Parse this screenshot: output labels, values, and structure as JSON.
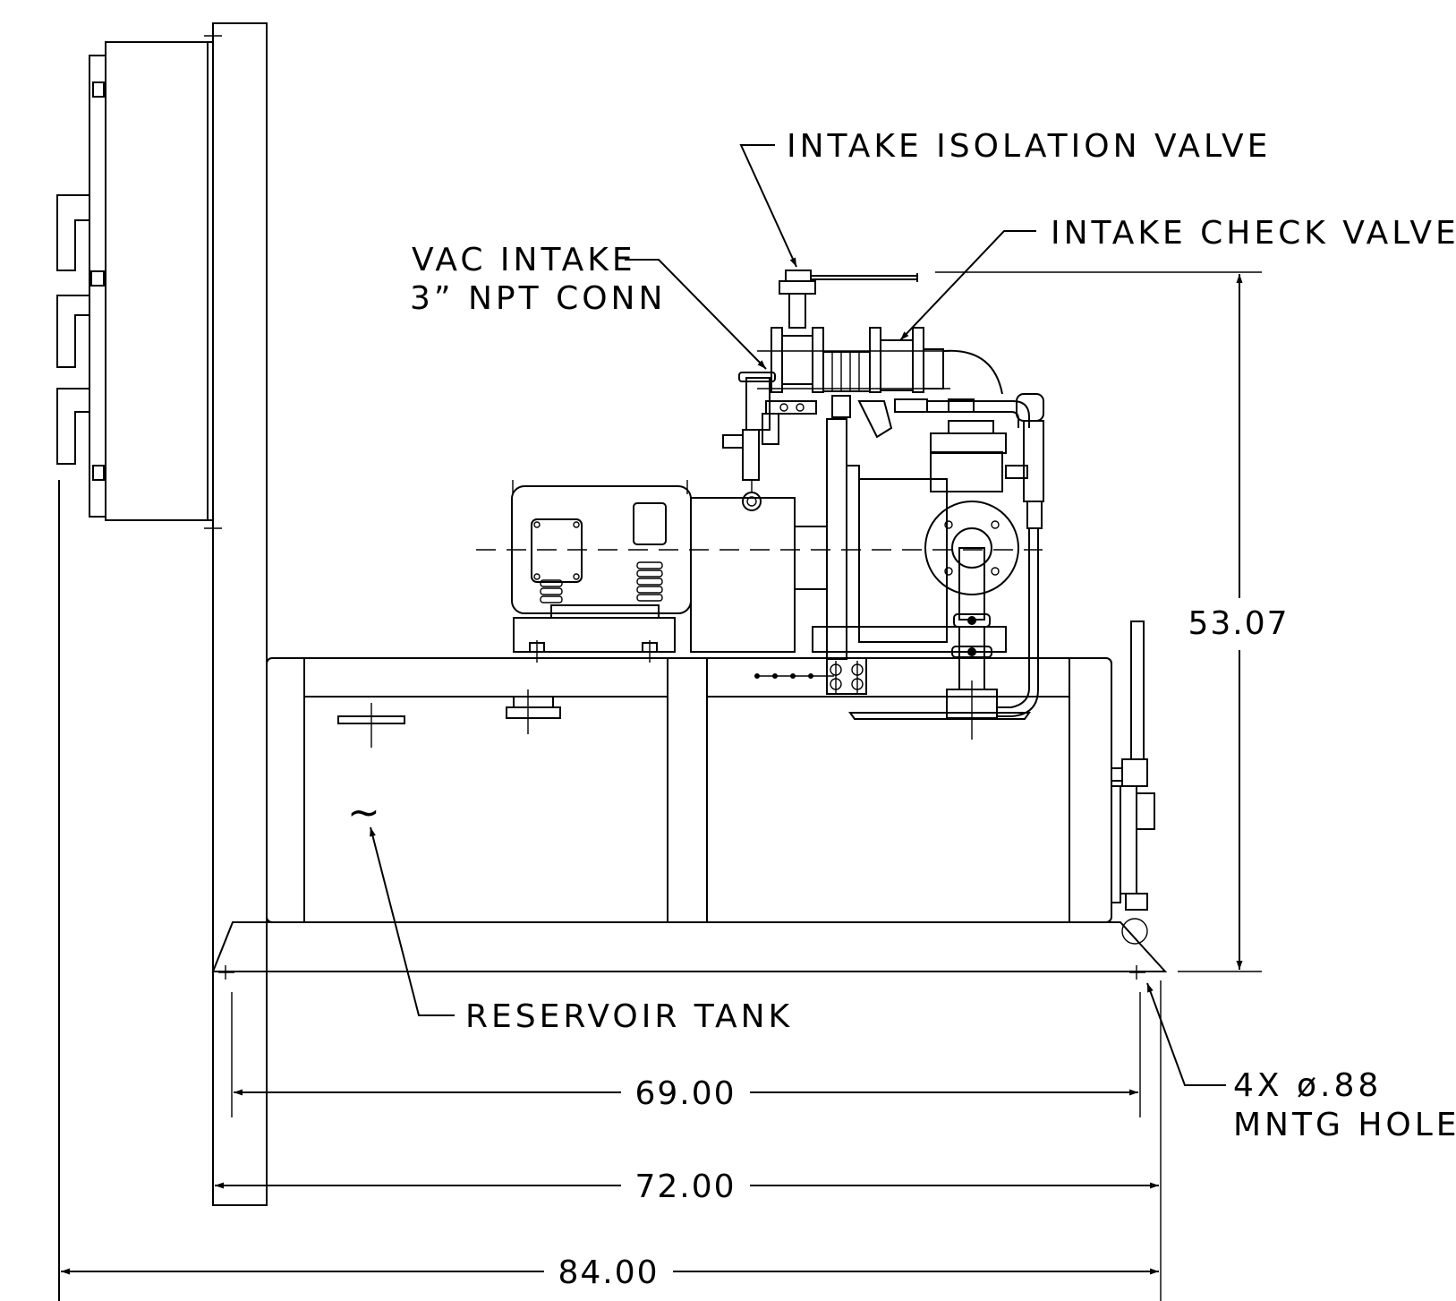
{
  "labels": {
    "intake_isolation_valve": "INTAKE ISOLATION VALVE",
    "intake_check_valve": "INTAKE CHECK VALVE",
    "vac_intake_line1": "VAC INTAKE",
    "vac_intake_line2": "3” NPT CONN",
    "reservoir_tank": "RESERVOIR TANK",
    "mounting_holes_line1": "4X ø.88",
    "mounting_holes_line2": "MNTG HOLES",
    "tank_symbol": "~"
  },
  "dimensions": {
    "height": "53.07",
    "hole_spacing": "69.00",
    "base_width": "72.00",
    "overall_width": "84.00"
  }
}
